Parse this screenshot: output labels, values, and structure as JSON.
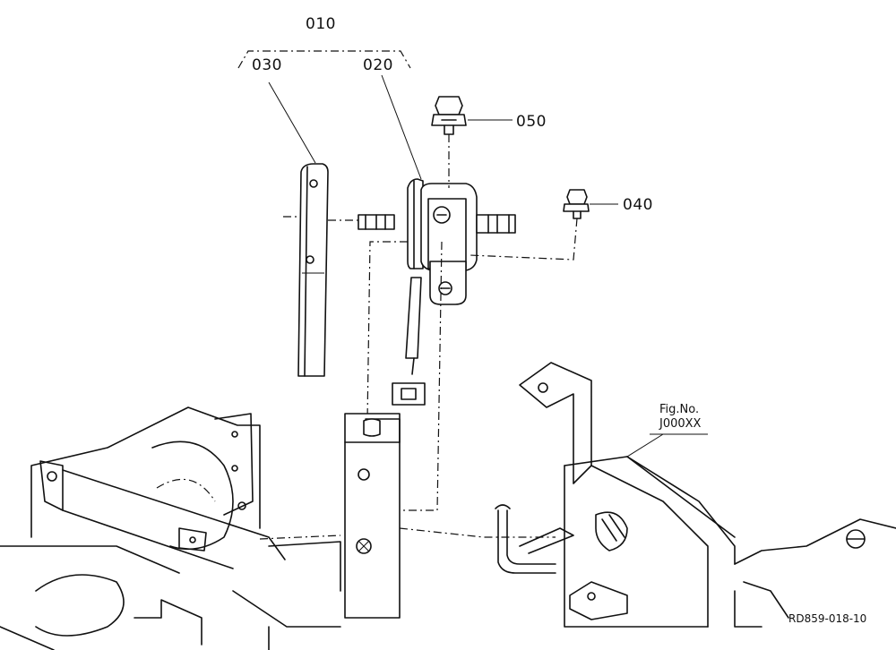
{
  "labels": {
    "assembly": "010",
    "part_030": "030",
    "part_020": "020",
    "part_050": "050",
    "part_040": "040"
  },
  "reference": {
    "line1": "Fig.No.",
    "line2": "J000XX"
  },
  "drawing_id": "RD859-018-10"
}
